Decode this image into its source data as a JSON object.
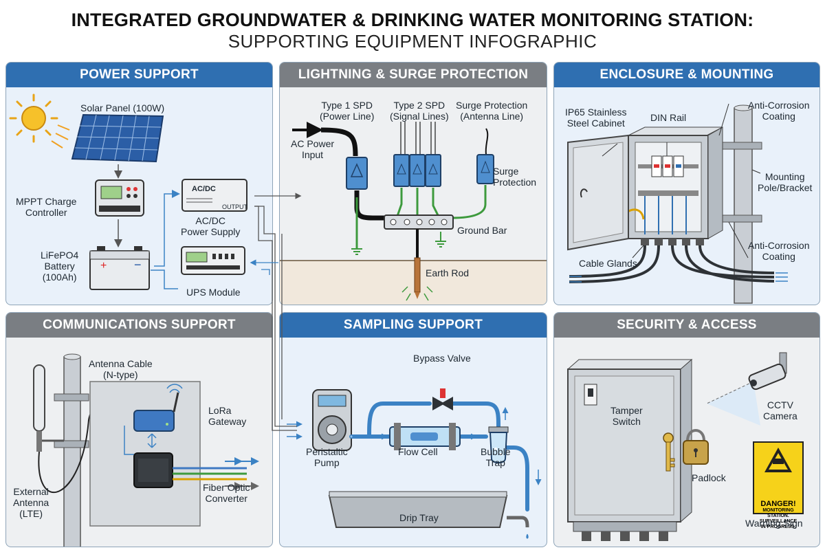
{
  "title": {
    "line1": "INTEGRATED GROUNDWATER & DRINKING WATER MONITORING STATION:",
    "line2": "SUPPORTING EQUIPMENT INFOGRAPHIC"
  },
  "colors": {
    "blue_header": "#2f6fb1",
    "gray_header": "#7a7e83",
    "flow_line": "#3b82c4",
    "ground_green": "#3d9a3d"
  },
  "panels": {
    "power": {
      "title": "POWER SUPPORT",
      "solar": "Solar Panel (100W)",
      "mppt": "MPPT Charge\nController",
      "battery": "LiFePO4\nBattery\n(100Ah)",
      "acdc_label": "AC/DC\nPower Supply",
      "acdc_box": "AC/DC",
      "acdc_out": "OUTPUT",
      "ups": "UPS Module"
    },
    "lightning": {
      "title": "LIGHTNING & SURGE PROTECTION",
      "type1": "Type 1 SPD\n(Power Line)",
      "type2": "Type 2 SPD\n(Signal Lines)",
      "antenna_spd": "Surge Protection\n(Antenna Line)",
      "ac_power": "AC Power\nInput",
      "surge_prot": "Surge\nProtection",
      "ground_bar": "Ground Bar",
      "earth_rod": "Earth Rod"
    },
    "enclosure": {
      "title": "ENCLOSURE & MOUNTING",
      "cabinet": "IP65 Stainless\nSteel Cabinet",
      "din": "DIN Rail",
      "coating_top": "Anti-Corrosion\nCoating",
      "pole": "Mounting\nPole/Bracket",
      "coating_bottom": "Anti-Corrosion\nCoating",
      "glands": "Cable Glands"
    },
    "comms": {
      "title": "COMMUNICATIONS SUPPORT",
      "cable": "Antenna Cable\n(N-type)",
      "lora": "LoRa\nGateway",
      "antenna": "External\nAntenna\n(LTE)",
      "fiber": "Fiber Optic\nConverter"
    },
    "sampling": {
      "title": "SAMPLING SUPPORT",
      "bypass": "Bypass Valve",
      "pump": "Peristaltic\nPump",
      "flow_cell": "Flow Cell",
      "trap": "Bubble\nTrap",
      "drip": "Drip Tray"
    },
    "security": {
      "title": "SECURITY & ACCESS",
      "tamper": "Tamper\nSwitch",
      "cctv": "CCTV\nCamera",
      "padlock": "Padlock",
      "warning": "Warning Sign",
      "sign_head": "DANGER!",
      "sign_body": "MONITORING\nSTATION.\nSURVEILLANCE\nIN PROGRESS."
    }
  }
}
